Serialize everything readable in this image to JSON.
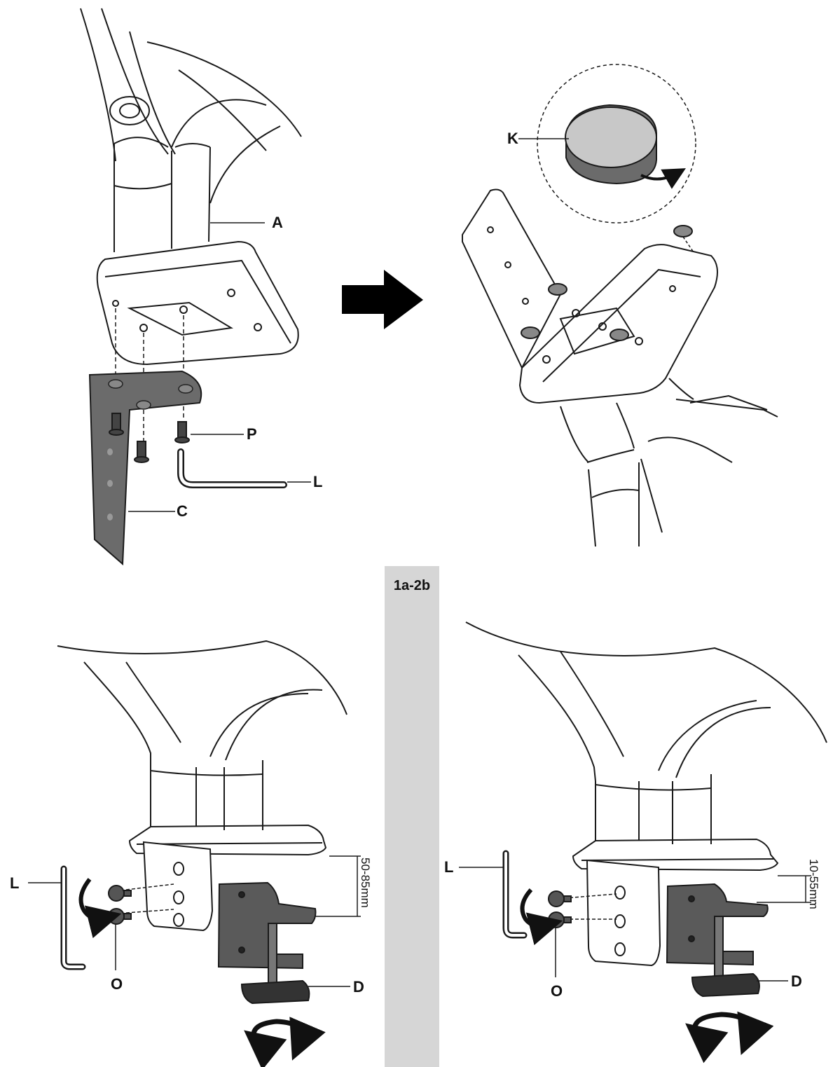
{
  "step_tag": "1a-2b",
  "panels": {
    "top_left": {
      "labels": {
        "arm": "A",
        "screws": "P",
        "key": "L",
        "bracket": "C"
      }
    },
    "top_right": {
      "labels": {
        "pad": "K"
      }
    },
    "bottom_left": {
      "labels": {
        "key": "L",
        "washer": "O",
        "knob": "D"
      },
      "dimension": "50-85mm"
    },
    "bottom_right": {
      "labels": {
        "key": "L",
        "washer": "O",
        "knob": "D"
      },
      "dimension": "10-55mm"
    }
  },
  "colors": {
    "line": "#1a1a1a",
    "bracket_fill": "#6b6b6b",
    "clamp_fill": "#5a5a5a",
    "pad_fill": "#bdbdbd",
    "divider": "#d6d6d6",
    "arrow": "#000000"
  },
  "icons": [
    "right-arrow-icon",
    "rotate-arrow-icon"
  ]
}
